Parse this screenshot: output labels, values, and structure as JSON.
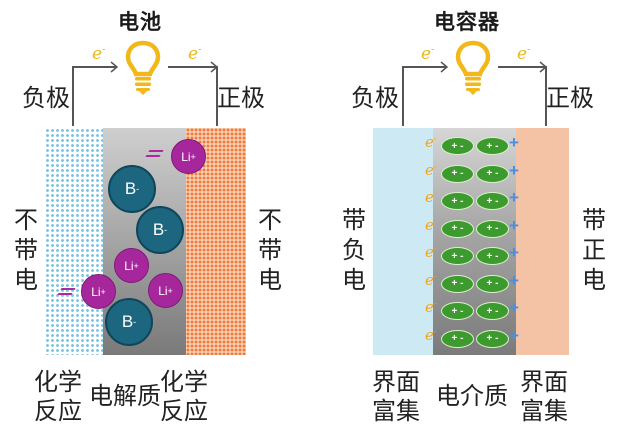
{
  "battery": {
    "title": "电池",
    "electron_symbol": "e",
    "electron_charge": "-",
    "negative_electrode": "负极",
    "positive_electrode": "正极",
    "left_side_label": [
      "不",
      "带",
      "电"
    ],
    "right_side_label": [
      "不",
      "带",
      "电"
    ],
    "ions": {
      "anion": "B",
      "anion_charge": "-",
      "cation": "Li",
      "cation_charge": "+"
    },
    "bottom_labels": {
      "left": [
        "化学",
        "反应"
      ],
      "center": "电解质",
      "right": [
        "化学",
        "反应"
      ]
    }
  },
  "capacitor": {
    "title": "电容器",
    "electron_symbol": "e",
    "electron_charge": "-",
    "negative_electrode": "负极",
    "positive_electrode": "正极",
    "left_side_label": [
      "带",
      "负",
      "电"
    ],
    "right_side_label": [
      "带",
      "正",
      "电"
    ],
    "dipole_label": "+ -",
    "surface_electron": "e",
    "surface_electron_charge": "-",
    "surface_hole": "+",
    "dipole_rows": 8,
    "bottom_labels": {
      "left": [
        "界面",
        "富集"
      ],
      "center": "电介质",
      "right": [
        "界面",
        "富集"
      ]
    }
  },
  "colors": {
    "bulb": "#f2b81a",
    "electron_label": "#e8b91c",
    "anion": "#1c6680",
    "cation": "#a6279c",
    "dipole": "#3c9a2e",
    "anode_blue": "#cde9f4",
    "cathode_orange": "#f4c3a6",
    "surface_plus": "#4a8ee0"
  }
}
